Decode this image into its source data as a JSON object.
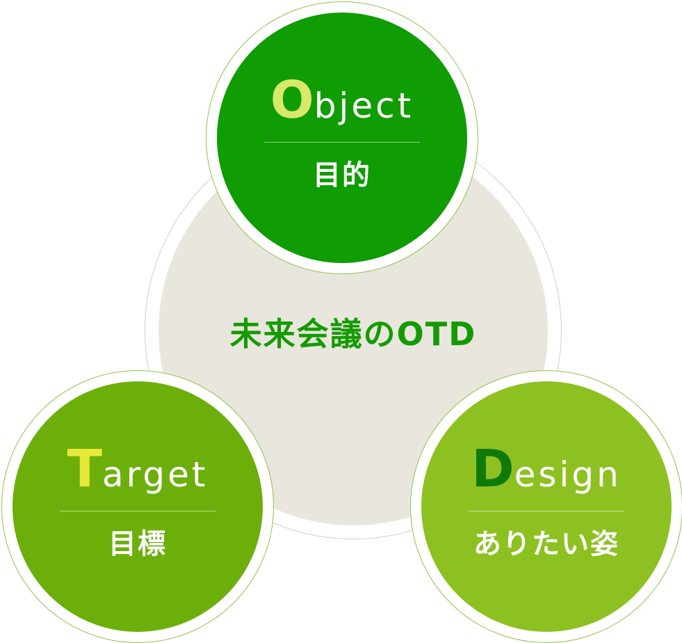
{
  "center": {
    "label": "未来会議のOTD",
    "fill_color": "#e9e6dd",
    "text_color": "#149b02"
  },
  "circles": [
    {
      "id": "object",
      "initial": "O",
      "rest": "bject",
      "subtitle": "目的",
      "fill_color": "#109c03",
      "initial_color": "#d8e96a"
    },
    {
      "id": "target",
      "initial": "T",
      "rest": "arget",
      "subtitle": "目標",
      "fill_color": "#6caf0b",
      "initial_color": "#e8e83a"
    },
    {
      "id": "design",
      "initial": "D",
      "rest": "esign",
      "subtitle": "ありたい姿",
      "fill_color": "#8dc122",
      "initial_color": "#107a08"
    }
  ]
}
